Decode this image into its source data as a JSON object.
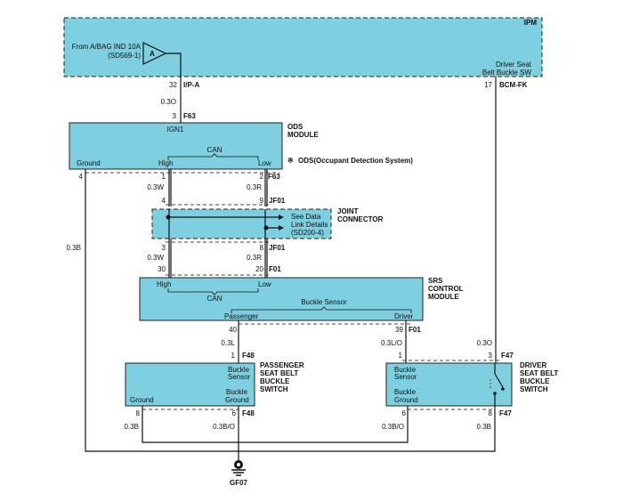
{
  "ipm": {
    "label": "IPM",
    "from_line1": "From A/BAG IND 10A",
    "from_line2": "(SD569-1)",
    "connector_letter": "A",
    "driver_line1": "Driver Seat",
    "driver_line2": "Belt Buckle SW"
  },
  "pins": {
    "ipm_left": "32",
    "ipm_left_conn": "I/P-A",
    "ipm_right": "17",
    "ipm_right_conn": "BCM-FK",
    "ods_top": "3",
    "ods_top_conn": "F63",
    "ods_ground": "4",
    "ods_high": "1",
    "ods_low": "2",
    "ods_bottom_conn": "F63",
    "jc_top_high": "4",
    "jc_top_low": "9",
    "jc_top_conn": "JF01",
    "jc_bot_high": "3",
    "jc_bot_low": "8",
    "jc_bot_conn": "JF01",
    "srs_high": "30",
    "srs_low": "20",
    "srs_top_conn": "F01",
    "srs_passenger": "40",
    "srs_driver": "39",
    "srs_bottom_conn": "F01",
    "pass_top": "1",
    "pass_top_conn": "F48",
    "drv_top_left": "1",
    "drv_top_right": "3",
    "drv_top_conn": "F47",
    "pass_ground": "8",
    "pass_buckle_ground": "6",
    "pass_bottom_conn": "F48",
    "drv_buckle_ground": "6",
    "drv_ground": "8",
    "drv_bottom_conn": "F47"
  },
  "wires": {
    "ipm_to_ods": "0.3O",
    "ods_ground": "0.3B",
    "ods_high": "0.3W",
    "ods_low": "0.3R",
    "jc_high": "0.3W",
    "jc_low": "0.3R",
    "passenger": "0.3L",
    "driver": "0.3L/O",
    "ipm_to_driver": "0.3O",
    "pass_ground": "0.3B",
    "pass_buckle_ground": "0.3B/O",
    "drv_buckle_ground": "0.3B/O",
    "drv_ground": "0.3B"
  },
  "ods": {
    "pin_label": "IGN1",
    "can": "CAN",
    "ground": "Ground",
    "high": "High",
    "low": "Low",
    "title1": "ODS",
    "title2": "MODULE",
    "note": "ODS(Occupant Detection System)",
    "note_mark": "※"
  },
  "joint_connector": {
    "title1": "JOINT",
    "title2": "CONNECTOR",
    "note1": "See Data",
    "note2": "Link Details",
    "note3": "(SD200-4)"
  },
  "srs": {
    "high": "High",
    "low": "Low",
    "can": "CAN",
    "buckle_sensor": "Buckle Sensor",
    "passenger": "Passenger",
    "driver": "Driver",
    "title1": "SRS",
    "title2": "CONTROL",
    "title3": "MODULE"
  },
  "passenger_switch": {
    "buckle1": "Buckle",
    "sensor": "Sensor",
    "buckle2": "Buckle",
    "ground_word": "Ground",
    "ground": "Ground",
    "title1": "PASSENGER",
    "title2": "SEAT BELT",
    "title3": "BUCKLE",
    "title4": "SWITCH"
  },
  "driver_switch": {
    "buckle1": "Buckle",
    "sensor": "Sensor",
    "buckle2": "Buckle",
    "ground_word": "Ground",
    "title1": "DRIVER",
    "title2": "SEAT BELT",
    "title3": "BUCKLE",
    "title4": "SWITCH"
  },
  "ground_point": "GF07",
  "colors": {
    "module_fill": "#7ecfe0",
    "wire": "#111111"
  }
}
